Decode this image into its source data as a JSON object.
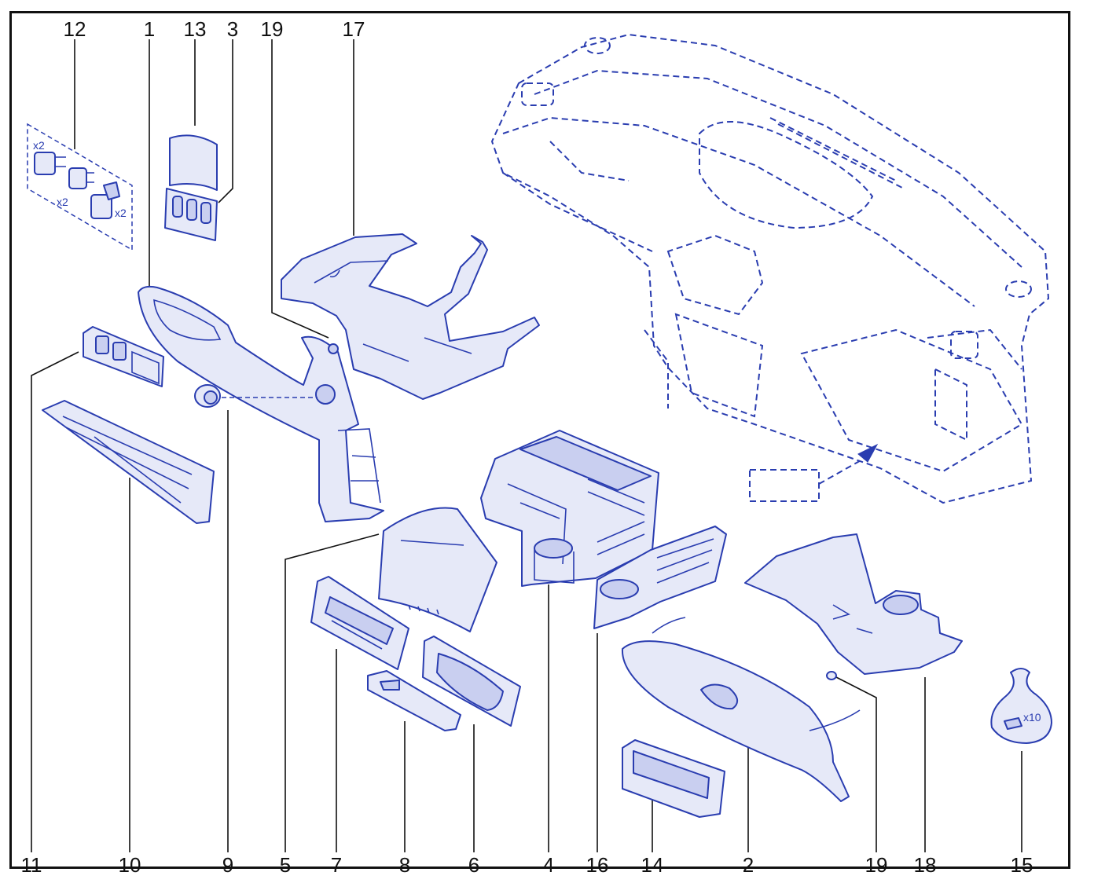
{
  "colors": {
    "line": "#2a3db0",
    "fill": "#e6e9f8",
    "fill_dark": "#c9cff0",
    "leader": "#111111"
  },
  "labels": {
    "top": [
      "12",
      "1",
      "13",
      "3",
      "19",
      "17"
    ],
    "bottom": [
      "11",
      "10",
      "9",
      "5",
      "7",
      "8",
      "6",
      "4",
      "16",
      "14",
      "2",
      "19",
      "18",
      "15"
    ]
  },
  "multipliers": {
    "clip_a": "x2",
    "clip_b": "x2",
    "clip_c": "x2",
    "screws": "x10"
  }
}
